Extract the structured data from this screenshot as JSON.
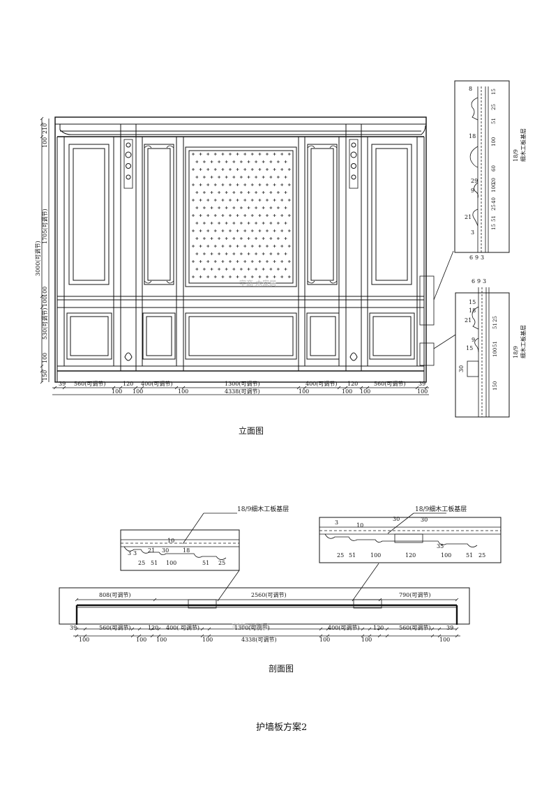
{
  "captions": {
    "elevation": "立面图",
    "section": "剖面图",
    "plan_title": "护墙板方案2"
  },
  "watermark": "宇商 木家居",
  "elevation": {
    "left_dims": [
      "210",
      "100",
      "1705(可调节)",
      "3000(可调节)",
      "100",
      "100",
      "530(可调节)",
      "100",
      "150"
    ],
    "bottom_row1": [
      "39",
      "560(可调节)",
      "120",
      "400(可调节)",
      "1300(可调节)",
      "400(可调节)",
      "120",
      "560(可调节)",
      "39"
    ],
    "bottom_row2": [
      "100",
      "100",
      "100",
      "4338(可调节)",
      "100",
      "100",
      "100",
      "100"
    ]
  },
  "detail_top": {
    "left_nums": [
      "8",
      "18",
      "29",
      "9",
      "21",
      "3",
      "6",
      "9",
      "3"
    ],
    "right_nums": [
      "15",
      "25",
      "51",
      "100",
      "60",
      "20",
      "100",
      "40",
      "25",
      "51",
      "15"
    ],
    "note_a": "18/9",
    "note_b": "细木工板基层"
  },
  "detail_bottom": {
    "top_nums": [
      "6",
      "9",
      "3"
    ],
    "left_nums": [
      "15",
      "18",
      "21",
      "9",
      "15",
      "30"
    ],
    "right_nums": [
      "51",
      "25",
      "51",
      "100",
      "150"
    ],
    "note_a": "18/9",
    "note_b": "细木工板基层"
  },
  "section": {
    "leader_left": "18/9细木工板基层",
    "leader_right": "18/9细木工板基层",
    "detail_left_dims": [
      "25",
      "51",
      "100",
      "51",
      "25",
      "18",
      "10",
      "3",
      "3",
      "21",
      "30"
    ],
    "detail_right_dims": [
      "25",
      "51",
      "100",
      "120",
      "100",
      "51",
      "25",
      "3",
      "10",
      "30",
      "30",
      "35"
    ],
    "top_dims": [
      "808(可调节)",
      "2560(可调节)",
      "790(可调节)"
    ],
    "mid_dims": [
      "39",
      "560(可调节)",
      "120",
      "400( 可调节)",
      "1300(可调节)",
      "400(可调节)",
      "120",
      "560(可调节)",
      "39"
    ],
    "bottom_dims": [
      "100",
      "100",
      "100",
      "100",
      "4338(可调节)",
      "100",
      "100",
      "100"
    ]
  }
}
